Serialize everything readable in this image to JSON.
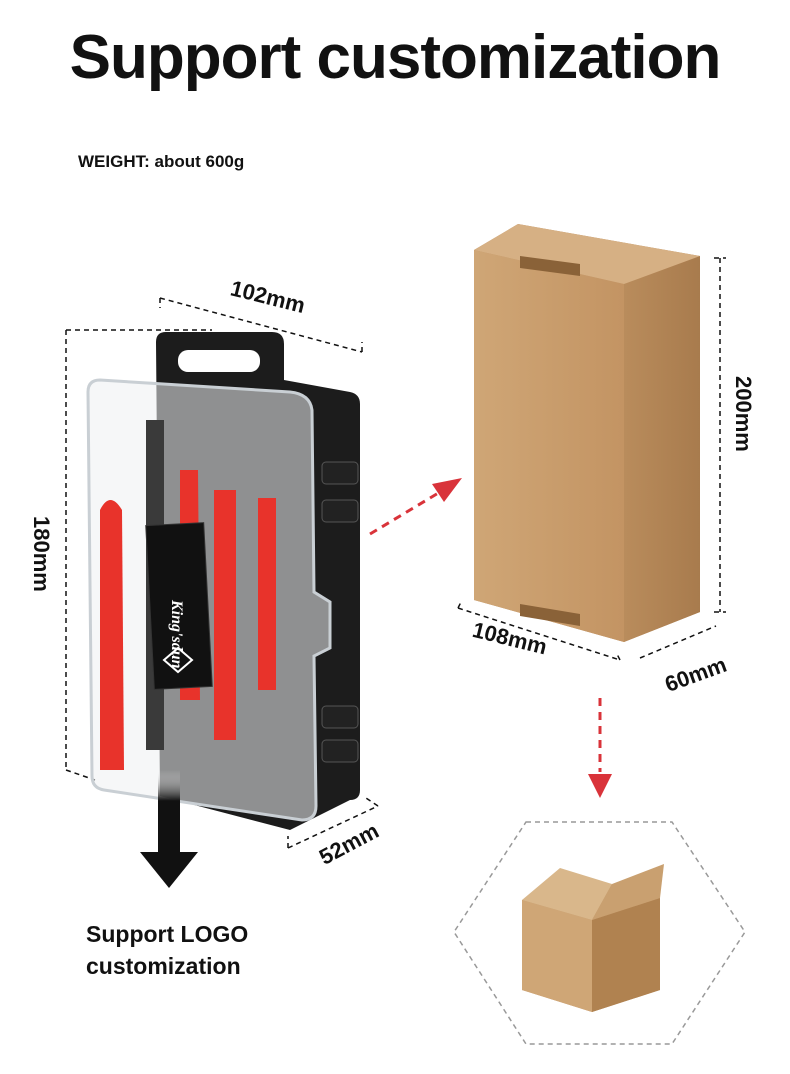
{
  "title": "Support customization",
  "weight": "WEIGHT: about 600g",
  "dimensions": {
    "toolbox_width": "102mm",
    "toolbox_height": "180mm",
    "toolbox_depth": "52mm",
    "carton_width": "108mm",
    "carton_height": "200mm",
    "carton_depth": "60mm"
  },
  "brand_label": "King'sdun",
  "logo_support": [
    "Support LOGO",
    "customization"
  ],
  "colors": {
    "arrow_red": "#d9333a",
    "cardboard": "#c9a070",
    "case_black": "#1a1a1a",
    "handle_red": "#e8332b"
  }
}
